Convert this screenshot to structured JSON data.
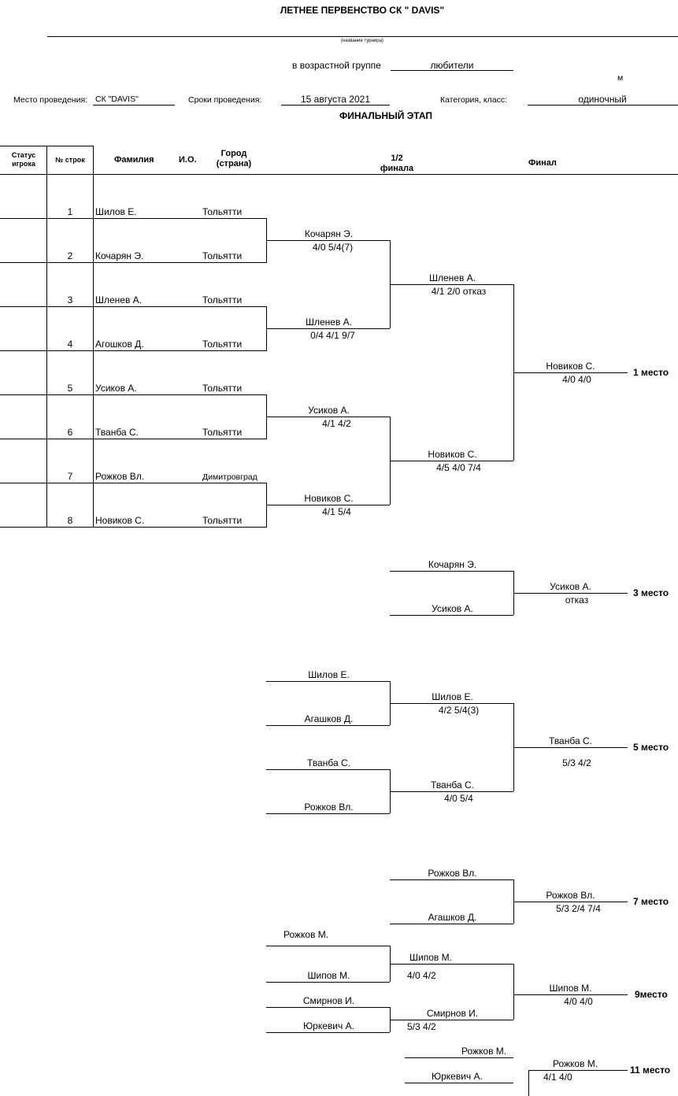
{
  "header": {
    "title": "ЛЕТНЕЕ ПЕРВЕНСТВО СК \" DAVIS\"",
    "subtitle_note": "(название турнира)",
    "age_group_label": "в возрастной группе",
    "age_group_value": "любители",
    "m_letter": "м",
    "venue_label": "Место проведения:",
    "venue_value": "СК \"DAVIS\"",
    "dates_label": "Сроки проведения:",
    "dates_value": "15 августа 2021",
    "category_label": "Категория, класс:",
    "category_value": "одиночный",
    "stage": "ФИНАЛЬНЫЙ ЭТАП"
  },
  "columns": {
    "status": "Статус игрока",
    "row_no": "№ строк",
    "surname": "Фамилия",
    "initials": "И.О.",
    "city": "Город (страна)",
    "semifinal": "1/2 финала",
    "final": "Финал"
  },
  "players": [
    {
      "no": "1",
      "name": "Шилов Е.",
      "city": "Тольятти"
    },
    {
      "no": "2",
      "name": "Кочарян Э.",
      "city": "Тольятти"
    },
    {
      "no": "3",
      "name": "Шленев А.",
      "city": "Тольятти"
    },
    {
      "no": "4",
      "name": "Агошков Д.",
      "city": "Тольятти"
    },
    {
      "no": "5",
      "name": "Усиков А.",
      "city": "Тольятти"
    },
    {
      "no": "6",
      "name": "Тванба С.",
      "city": "Тольятти"
    },
    {
      "no": "7",
      "name": "Рожков Вл.",
      "city": "Димитровград"
    },
    {
      "no": "8",
      "name": "Новиков С.",
      "city": "Тольятти"
    }
  ],
  "bracket": {
    "qf": [
      {
        "winner": "Кочарян Э.",
        "score": "4/0 5/4(7)"
      },
      {
        "winner": "Шленев А.",
        "score": "0/4 4/1 9/7"
      },
      {
        "winner": "Усиков А.",
        "score": "4/1 4/2"
      },
      {
        "winner": "Новиков С.",
        "score": "4/1 5/4"
      }
    ],
    "sf": [
      {
        "winner": "Шленев А.",
        "score": "4/1 2/0 отказ"
      },
      {
        "winner": "Новиков С.",
        "score": "4/5 4/0 7/4"
      }
    ],
    "final": {
      "winner": "Новиков С.",
      "score": "4/0 4/0",
      "place": "1 место"
    }
  },
  "third_place": {
    "p1": "Кочарян Э.",
    "p2": "Усиков А.",
    "winner": "Усиков А.",
    "score": "отказ",
    "place": "3 место"
  },
  "fifth_place": {
    "r1": [
      "Шилов Е.",
      "Агашков Д.",
      "Тванба С.",
      "Рожков Вл."
    ],
    "sf": [
      {
        "winner": "Шилов Е.",
        "score": "4/2 5/4(3)"
      },
      {
        "winner": "Тванба С.",
        "score": "4/0 5/4"
      }
    ],
    "winner": "Тванба С.",
    "score": "5/3 4/2",
    "place": "5 место"
  },
  "seventh_place": {
    "p1": "Рожков Вл.",
    "p2": "Агашков Д.",
    "winner": "Рожков Вл.",
    "score": "5/3 2/4 7/4",
    "place": "7 место"
  },
  "ninth_place": {
    "r1": [
      "Рожков М.",
      "Шипов М.",
      "Смирнов И.",
      "Юркевич А."
    ],
    "sf": [
      {
        "winner": "Шипов М.",
        "score": "4/0 4/2"
      },
      {
        "winner": "Смирнов И.",
        "score": "5/3 4/2"
      }
    ],
    "winner": "Шипов М.",
    "score": "4/0 4/0",
    "place": "9место"
  },
  "eleventh_place": {
    "p1": "Рожков М.",
    "p2": "Юркевич А.",
    "winner": "Рожков М.",
    "score": "4/1 4/0",
    "place": "11 место"
  }
}
